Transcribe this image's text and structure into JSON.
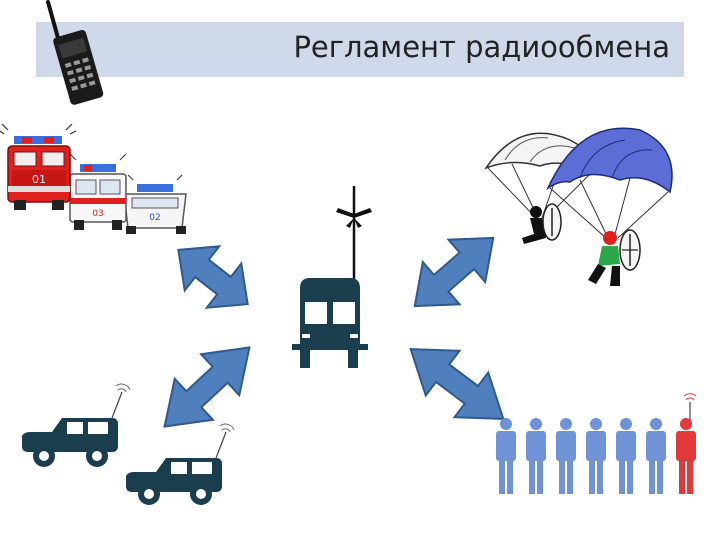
{
  "slide": {
    "title": "Регламент радиообмена"
  },
  "colors": {
    "title_bar": "#cfd9ea",
    "arrow_fill": "#4f80bd",
    "arrow_stroke": "#2e5a8e",
    "vehicle_dark": "#1a3e4e",
    "fire_red": "#e0201c",
    "chute_blue": "#5c6ed6",
    "person_blue": "#6f93d6",
    "person_red": "#e23a3a"
  },
  "vehicles": {
    "fire_truck_number": "01",
    "ambulance_number": "03",
    "police_car_number": "02"
  },
  "icons": [
    "radio-icon",
    "emergency-vehicles-icon",
    "command-bus-icon",
    "paratroopers-icon",
    "jeeps-icon",
    "people-group-icon"
  ]
}
